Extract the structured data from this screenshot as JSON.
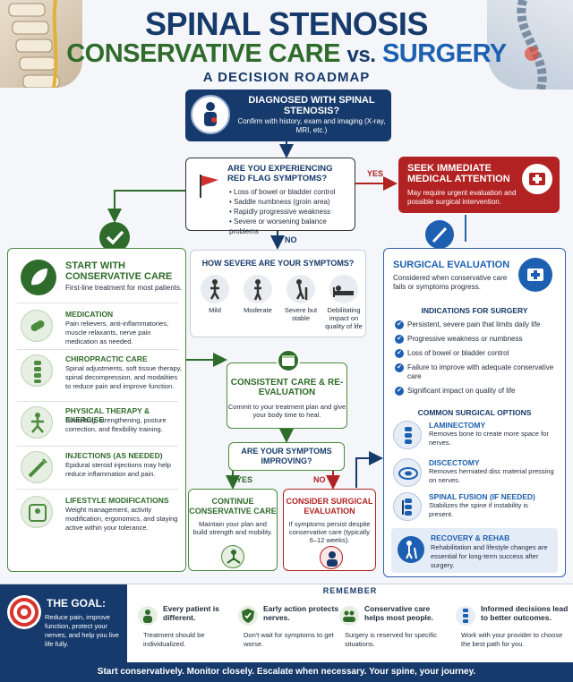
{
  "header": {
    "title_line1": "SPINAL STENOSIS",
    "title_line2_a": "CONSERVATIVE CARE",
    "title_line2_vs": "vs.",
    "title_line2_b": "SURGERY",
    "subtitle": "A DECISION ROADMAP"
  },
  "diagnosed": {
    "heading": "DIAGNOSED WITH SPINAL STENOSIS?",
    "text": "Confirm with history, exam and imaging (X-ray, MRI, etc.)"
  },
  "red_flag": {
    "heading": "ARE YOU EXPERIENCING RED FLAG SYMPTOMS?",
    "items": [
      "Loss of bowel or bladder control",
      "Saddle numbness (groin area)",
      "Rapidly progressive weakness",
      "Severe or worsening balance problems"
    ]
  },
  "labels": {
    "yes": "YES",
    "no": "NO",
    "yes2": "YES",
    "no2": "NO"
  },
  "seek": {
    "heading": "SEEK IMMEDIATE MEDICAL ATTENTION",
    "text": "May require urgent evaluation and possible surgical intervention."
  },
  "severity": {
    "heading": "HOW SEVERE ARE YOUR SYMPTOMS?",
    "levels": [
      "Mild",
      "Moderate",
      "Severe but stable",
      "Debilitating impact on quality of life"
    ]
  },
  "start_care": {
    "heading": "START WITH CONSERVATIVE CARE",
    "text": "First-line treatment for most patients.",
    "items": [
      {
        "title": "MEDICATION",
        "text": "Pain relievers, anti-inflammatories, muscle relaxants, nerve pain medication as needed."
      },
      {
        "title": "CHIROPRACTIC CARE",
        "text": "Spinal adjustments, soft tissue therapy, spinal decompression, and modalities to reduce pain and improve function."
      },
      {
        "title": "PHYSICAL THERAPY & EXERCISE",
        "text": "Stretching, strengthening, posture correction, and flexibility training."
      },
      {
        "title": "INJECTIONS (AS NEEDED)",
        "text": "Epidural steroid injections may help reduce inflammation and pain."
      },
      {
        "title": "LIFESTYLE MODIFICATIONS",
        "text": "Weight management, activity modification, ergonomics, and staying active within your tolerance."
      }
    ]
  },
  "consistent": {
    "heading": "CONSISTENT CARE & RE-EVALUATION",
    "text": "Commit to your treatment plan and give your body time to heal."
  },
  "improving": {
    "heading": "ARE YOUR SYMPTOMS IMPROVING?"
  },
  "continue_care": {
    "heading": "CONTINUE CONSERVATIVE CARE",
    "text": "Maintain your plan and build strength and mobility."
  },
  "consider_surgery": {
    "heading": "CONSIDER SURGICAL EVALUATION",
    "text": "If symptoms persist despite conservative care (typically 6–12 weeks)."
  },
  "surgical": {
    "heading": "SURGICAL EVALUATION",
    "text": "Considered when conservative care fails or symptoms progress.",
    "indications_heading": "INDICATIONS FOR SURGERY",
    "indications": [
      "Persistent, severe pain that limits daily life",
      "Progressive weakness or numbness",
      "Loss of bowel or bladder control",
      "Failure to improve with adequate conservative care",
      "Significant impact on quality of life"
    ],
    "options_heading": "COMMON SURGICAL OPTIONS",
    "options": [
      {
        "title": "LAMINECTOMY",
        "text": "Removes bone to create more space for nerves."
      },
      {
        "title": "DISCECTOMY",
        "text": "Removes herniated disc material pressing on nerves."
      },
      {
        "title": "SPINAL FUSION (IF NEEDED)",
        "text": "Stabilizes the spine if instability is present."
      }
    ],
    "rehab_title": "RECOVERY & REHAB",
    "rehab_text": "Rehabilitation and lifestyle changes are essential for long-term success after surgery."
  },
  "goal": {
    "heading": "THE GOAL:",
    "text": "Reduce pain, improve function, protect your nerves, and help you live life fully."
  },
  "remember": {
    "heading": "REMEMBER",
    "items": [
      {
        "title": "Every patient is different.",
        "text": "Treatment should be individualized."
      },
      {
        "title": "Early action protects nerves.",
        "text": "Don't wait for symptoms to get worse."
      },
      {
        "title": "Conservative care helps most people.",
        "text": "Surgery is reserved for specific situations."
      },
      {
        "title": "Informed decisions lead to better outcomes.",
        "text": "Work with your provider to choose the best path for you."
      }
    ]
  },
  "footer": "Start conservatively. Monitor closely. Escalate when necessary. Your spine, your journey.",
  "colors": {
    "navy": "#163a6b",
    "green": "#2f6b2a",
    "blue": "#1d5fb0",
    "red": "#b22222"
  }
}
